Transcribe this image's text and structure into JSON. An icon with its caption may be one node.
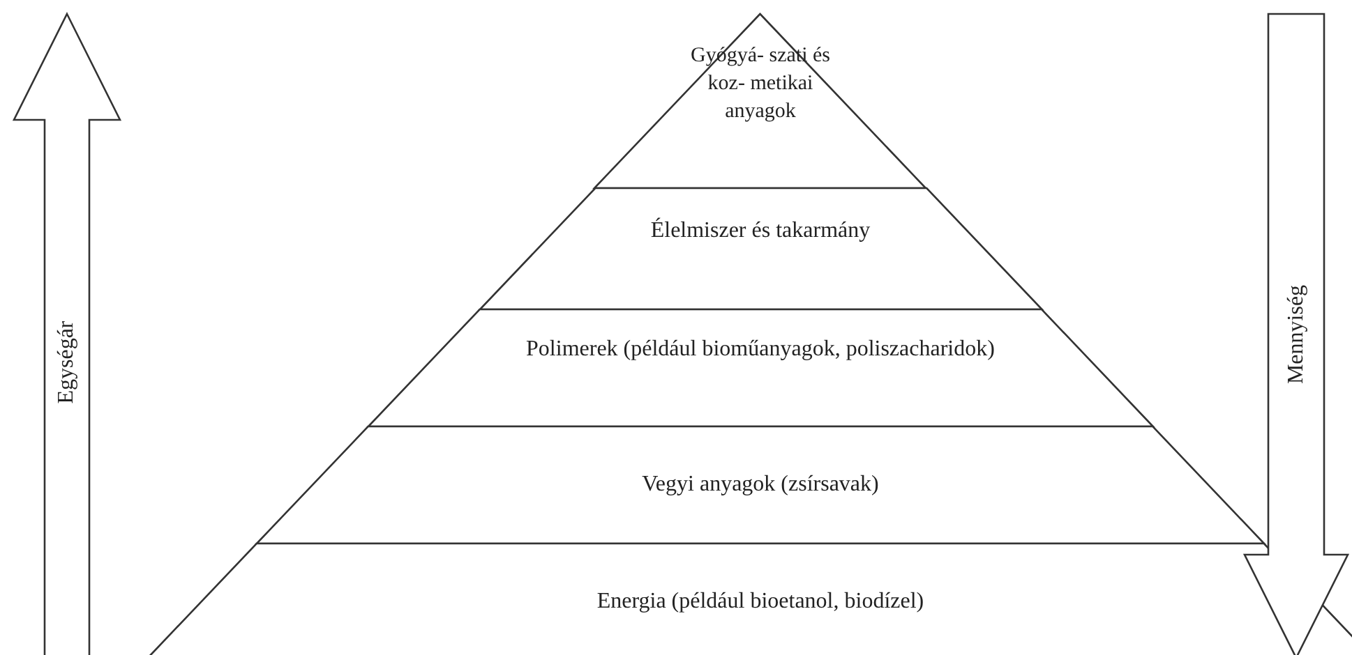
{
  "diagram": {
    "nodes": [
      {
        "text": [
          "Egységár"
        ]
      },
      {
        "text": [
          "Gyógyá- szati és koz- metikai anyagok"
        ]
      },
      {
        "text": [
          "Élelmiszer és takarmány"
        ]
      },
      {
        "text": [
          "Polimerek (például bioműanyagok, poliszacharidok)"
        ]
      },
      {
        "text": [
          "Vegyi anyagok (zsírsavak)"
        ]
      },
      {
        "text": [
          "Energia (például bioetanol, biodízel)"
        ]
      },
      {
        "text": [
          "Mennyiség"
        ]
      }
    ]
  }
}
